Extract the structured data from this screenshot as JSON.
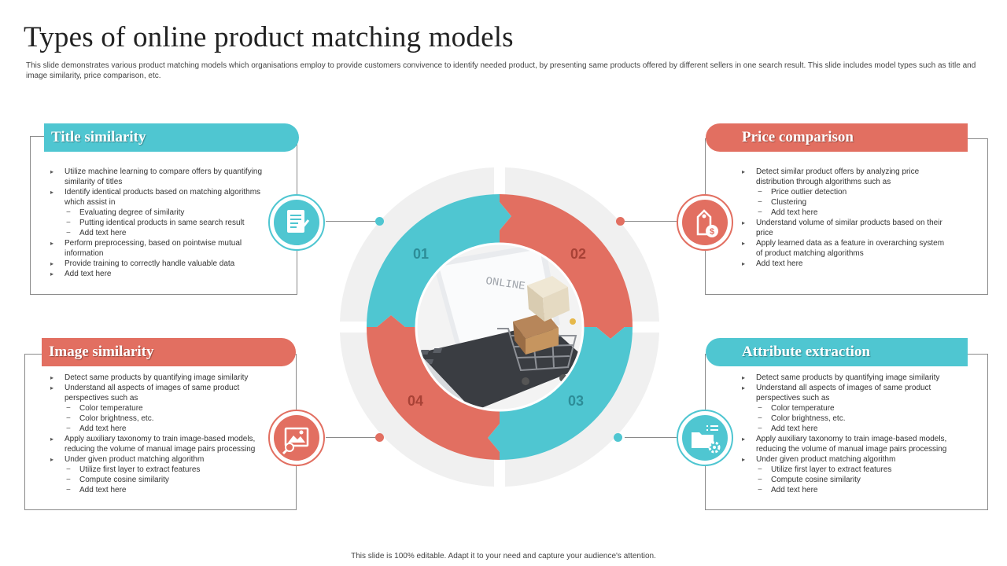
{
  "header": {
    "title": "Types of online product matching models",
    "description": "This slide demonstrates various product matching models which organisations employ to provide customers convivence to identify needed product, by presenting same products offered by different sellers in one search result. This slide includes model types such as title and image similarity, price comparison, etc."
  },
  "colors": {
    "teal": "#4fc6d1",
    "coral": "#e26f61",
    "ring_bg": "#f0f0f0"
  },
  "wheel": {
    "numbers": [
      "01",
      "02",
      "03",
      "04"
    ],
    "center_image": "laptop-with-shopping-cart-photo",
    "screen_text": "ONLINE S"
  },
  "sections": {
    "title_similarity": {
      "heading": "Title similarity",
      "icon": "document-edit-icon",
      "bullets": [
        "Utilize machine learning to compare offers by quantifying similarity of titles",
        "Identify identical products based on matching algorithms which assist in",
        "Perform preprocessing, based on pointwise mutual information",
        "Provide training to correctly handle valuable data",
        "Add text here"
      ],
      "sub_bullets": [
        "Evaluating degree of similarity",
        "Putting identical products in same search result",
        "Add text here"
      ]
    },
    "price_comparison": {
      "heading": "Price comparison",
      "icon": "price-tag-dollar-icon",
      "bullets": [
        "Detect similar product offers by analyzing price distribution through algorithms such as",
        "Understand volume of similar products based on their price",
        "Apply learned data as a feature in overarching system of product matching algorithms",
        "Add text here"
      ],
      "sub_bullets": [
        "Price outlier detection",
        "Clustering",
        "Add text here"
      ]
    },
    "image_similarity": {
      "heading": "Image similarity",
      "icon": "image-search-icon",
      "bullets": [
        "Detect same products by quantifying image similarity",
        "Understand all aspects of images of same product perspectives such as",
        "Apply auxiliary taxonomy to train image-based models, reducing the volume of manual image pairs processing",
        "Under given product matching algorithm"
      ],
      "sub_bullets_a": [
        "Color temperature",
        "Color brightness, etc.",
        "Add text here"
      ],
      "sub_bullets_b": [
        "Utilize first layer to extract features",
        "Compute cosine similarity",
        "Add text here"
      ]
    },
    "attribute_extraction": {
      "heading": "Attribute extraction",
      "icon": "folder-settings-icon",
      "bullets": [
        "Detect same products by quantifying image similarity",
        "Understand all aspects of images of same product perspectives such as",
        "Apply auxiliary taxonomy to train image-based models, reducing the volume of manual image pairs processing",
        "Under given product matching algorithm"
      ],
      "sub_bullets_a": [
        "Color temperature",
        "Color brightness, etc.",
        "Add text here"
      ],
      "sub_bullets_b": [
        "Utilize first layer to extract features",
        "Compute cosine similarity",
        "Add text here"
      ]
    }
  },
  "footer": {
    "text": "This slide is 100% editable. Adapt it to your need and capture your audience's attention."
  }
}
